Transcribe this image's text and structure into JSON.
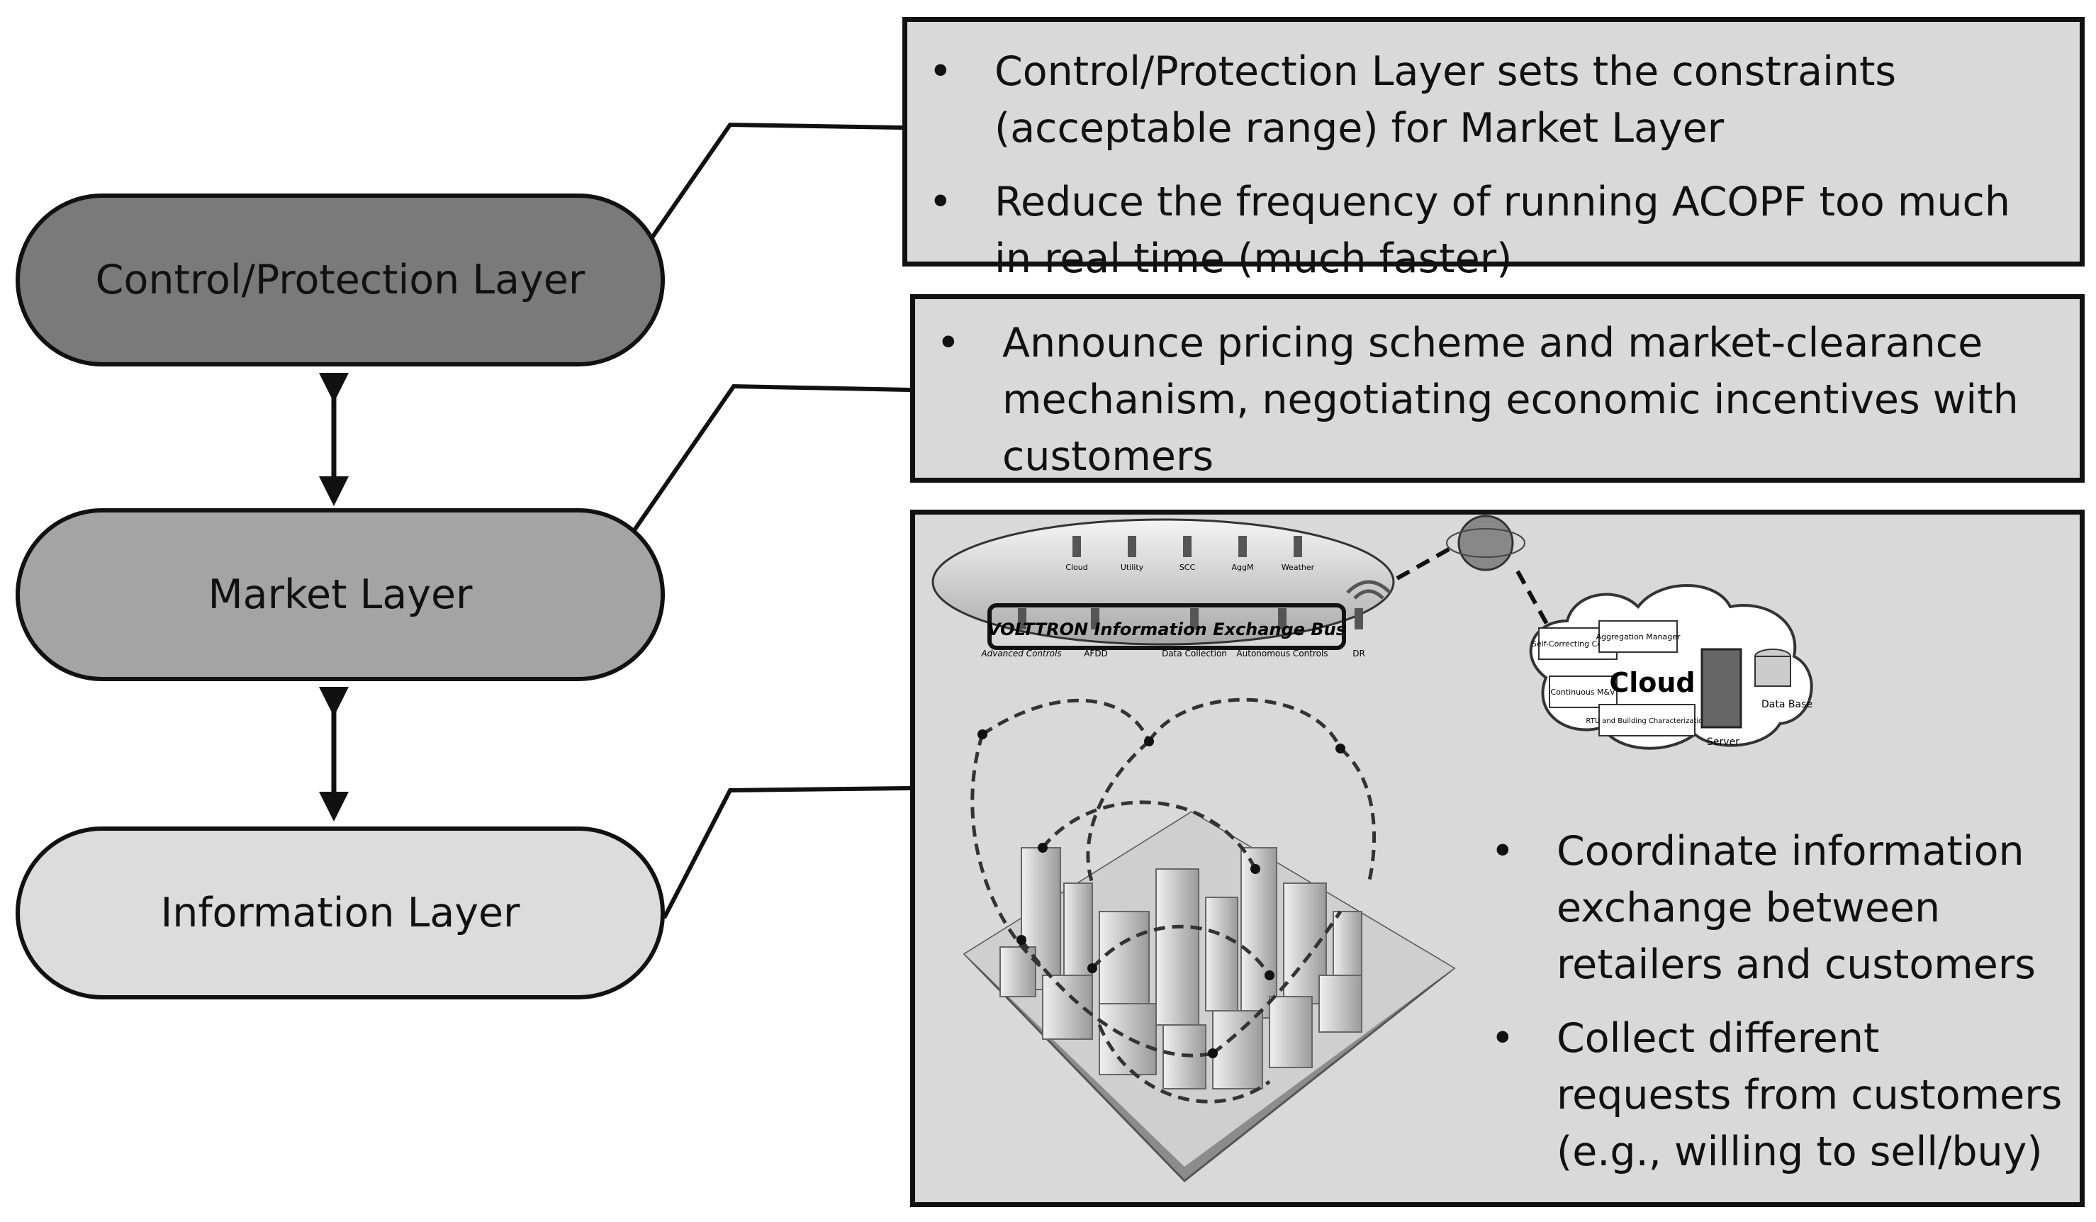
{
  "layers": {
    "control": "Control/Protection Layer",
    "market": "Market Layer",
    "information": "Information Layer"
  },
  "bullet_glyph": "•",
  "control_box": {
    "bullets": [
      "Control/Protection Layer sets the constraints (acceptable range) for Market Layer",
      "Reduce the frequency of running ACOPF too much in real time (much faster)"
    ]
  },
  "market_box": {
    "bullets": [
      "Announce pricing scheme and market-clearance mechanism, negotiating economic incentives with customers"
    ]
  },
  "info_box": {
    "bullets": [
      "Coordinate information exchange between retailers and customers",
      "Collect different requests from customers (e.g., willing to sell/buy)"
    ]
  },
  "illustration": {
    "bus_label": "VOLTTRON Information Exchange Bus",
    "top_agents": [
      "Cloud",
      "Utility",
      "SCC",
      "AggM",
      "Weather"
    ],
    "bottom_agents": [
      "Advanced Controls",
      "AFDD",
      "Data Collection",
      "Autonomous Controls",
      "DR"
    ],
    "cloud": {
      "title": "Cloud",
      "self_correcting": "Self-Correcting Controls",
      "aggregation": "Aggregation Manager",
      "continuous": "Continuous M&V",
      "rtu": "RTU and Building Characterization",
      "server": "Server",
      "database": "Data Base"
    }
  },
  "colors": {
    "control_layer": "#7a7a7a",
    "market_layer": "#a4a4a4",
    "information_layer": "#dcdcdc",
    "text_box": "#d9d9d9"
  }
}
